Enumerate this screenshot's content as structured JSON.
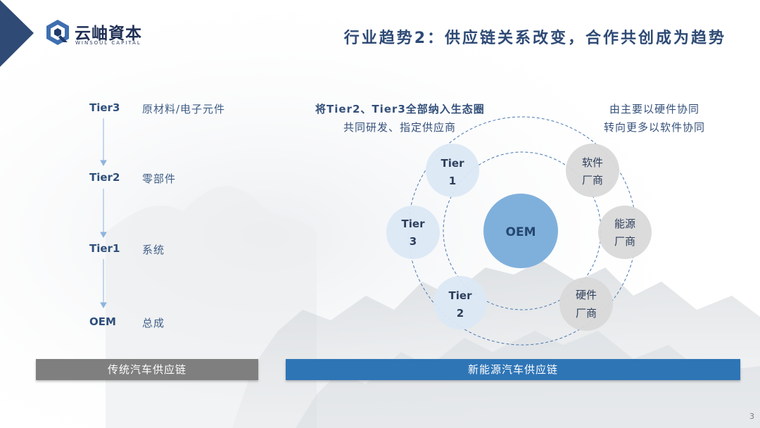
{
  "logo": {
    "name_cn": "云岫資本",
    "name_en": "WINSOUL CAPITAL"
  },
  "title": "行业趋势2：供应链关系改变，合作共创成为趋势",
  "traditional_chain": {
    "tiers": [
      {
        "label": "Tier3",
        "desc": "原材料/电子元件"
      },
      {
        "label": "Tier2",
        "desc": "零部件"
      },
      {
        "label": "Tier1",
        "desc": "系统"
      },
      {
        "label": "OEM",
        "desc": "总成"
      }
    ],
    "footer_label": "传统汽车供应链"
  },
  "new_chain": {
    "note_left": {
      "line1": "将Tier2、Tier3全部纳入生态圈",
      "line2": "共同研发、指定供应商"
    },
    "note_right": {
      "line1": "由主要以硬件协同",
      "line2": "转向更多以软件协同"
    },
    "center": "OEM",
    "nodes": {
      "tier1": {
        "line1": "Tier",
        "line2": "1"
      },
      "tier2": {
        "line1": "Tier",
        "line2": "2"
      },
      "tier3": {
        "line1": "Tier",
        "line2": "3"
      },
      "software": {
        "line1": "软件",
        "line2": "厂商"
      },
      "energy": {
        "line1": "能源",
        "line2": "厂商"
      },
      "hardware": {
        "line1": "硬件",
        "line2": "厂商"
      }
    },
    "footer_label": "新能源汽车供应链"
  },
  "page_number": "3",
  "colors": {
    "title": "#2e4a75",
    "tier_circle": "#dce8f5",
    "oem_circle": "#7fb0dc",
    "vendor_circle": "#d9d9d9",
    "traditional_bar": "#7f7f7f",
    "nev_bar": "#2e75b6",
    "arrow": "#8fb4dc",
    "dashed_ring": "#4a78b0",
    "corner_triangle": "#2f4a75"
  }
}
